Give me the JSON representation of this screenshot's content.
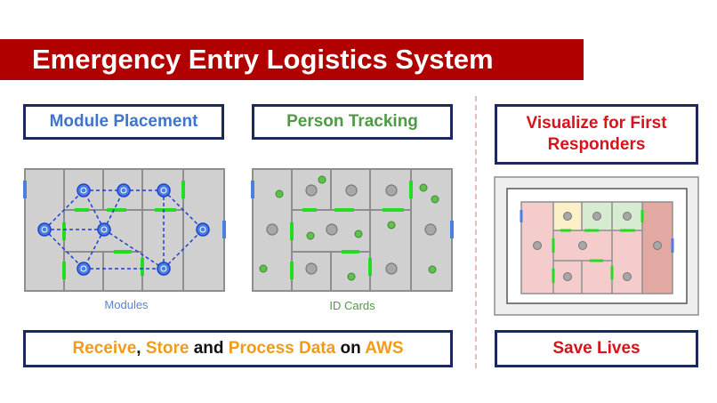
{
  "header": {
    "title": "Emergency Entry Logistics System"
  },
  "panels": {
    "module_placement": {
      "label": "Module Placement",
      "caption": "Modules"
    },
    "person_tracking": {
      "label": "Person Tracking",
      "caption": "ID Cards"
    },
    "visualize": {
      "label": "Visualize for First Responders"
    }
  },
  "footer": {
    "aws": {
      "w1": "Receive",
      "w2": ", ",
      "w3": "Store",
      "w4": " and ",
      "w5": "Process Data",
      "w6": " on ",
      "w7": "AWS"
    },
    "save": "Save Lives"
  },
  "colors": {
    "title_bg": "#b00000",
    "box_border": "#1a2a5e",
    "module_blue": "#3e74c9",
    "person_green": "#4f9a44",
    "alert_red": "#d6141a",
    "aws_orange": "#f29b1a",
    "door_green": "#22dd22"
  }
}
